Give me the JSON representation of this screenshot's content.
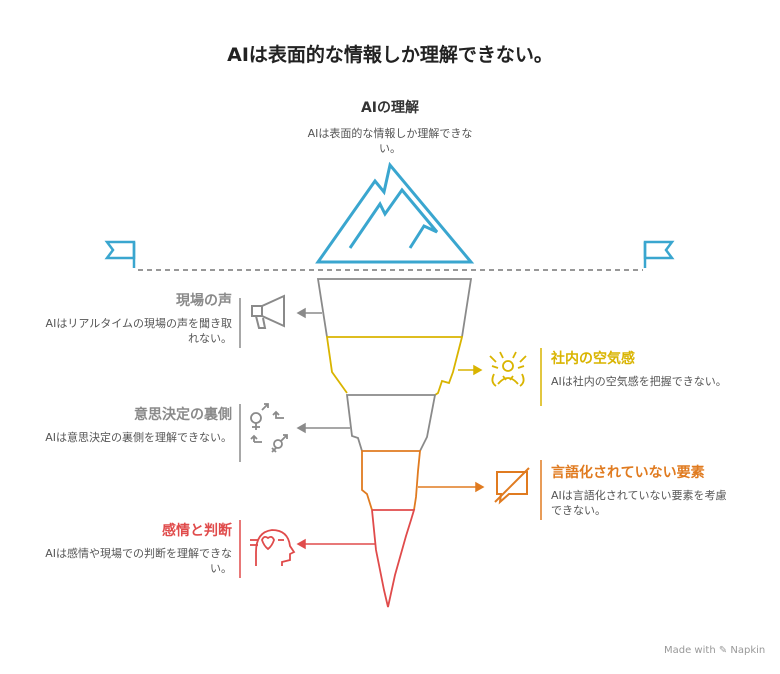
{
  "title": "AIは表面的な情報しか理解できない。",
  "top": {
    "title": "AIの理解",
    "desc": "AIは表面的な情報しか理解できない。"
  },
  "layers": [
    {
      "title": "現場の声",
      "desc": "AIはリアルタイムの現場の声を聞き取れない。",
      "color": "#8a8a8a",
      "icon": "megaphone-icon"
    },
    {
      "title": "社内の空気感",
      "desc": "AIは社内の空気感を把握できない。",
      "color": "#d9b400",
      "icon": "atmosphere-icon"
    },
    {
      "title": "意思決定の裏側",
      "desc": "AIは意思決定の裏側を理解できない。",
      "color": "#8a8a8a",
      "icon": "decision-symbols-icon"
    },
    {
      "title": "言語化されていない要素",
      "desc": "AIは言語化されていない要素を考慮できない。",
      "color": "#e07b20",
      "icon": "muted-chat-icon"
    },
    {
      "title": "感情と判断",
      "desc": "AIは感情や現場での判断を理解できない。",
      "color": "#e04b4b",
      "icon": "head-heart-icon"
    }
  ],
  "footer": "Made with ✎ Napkin"
}
